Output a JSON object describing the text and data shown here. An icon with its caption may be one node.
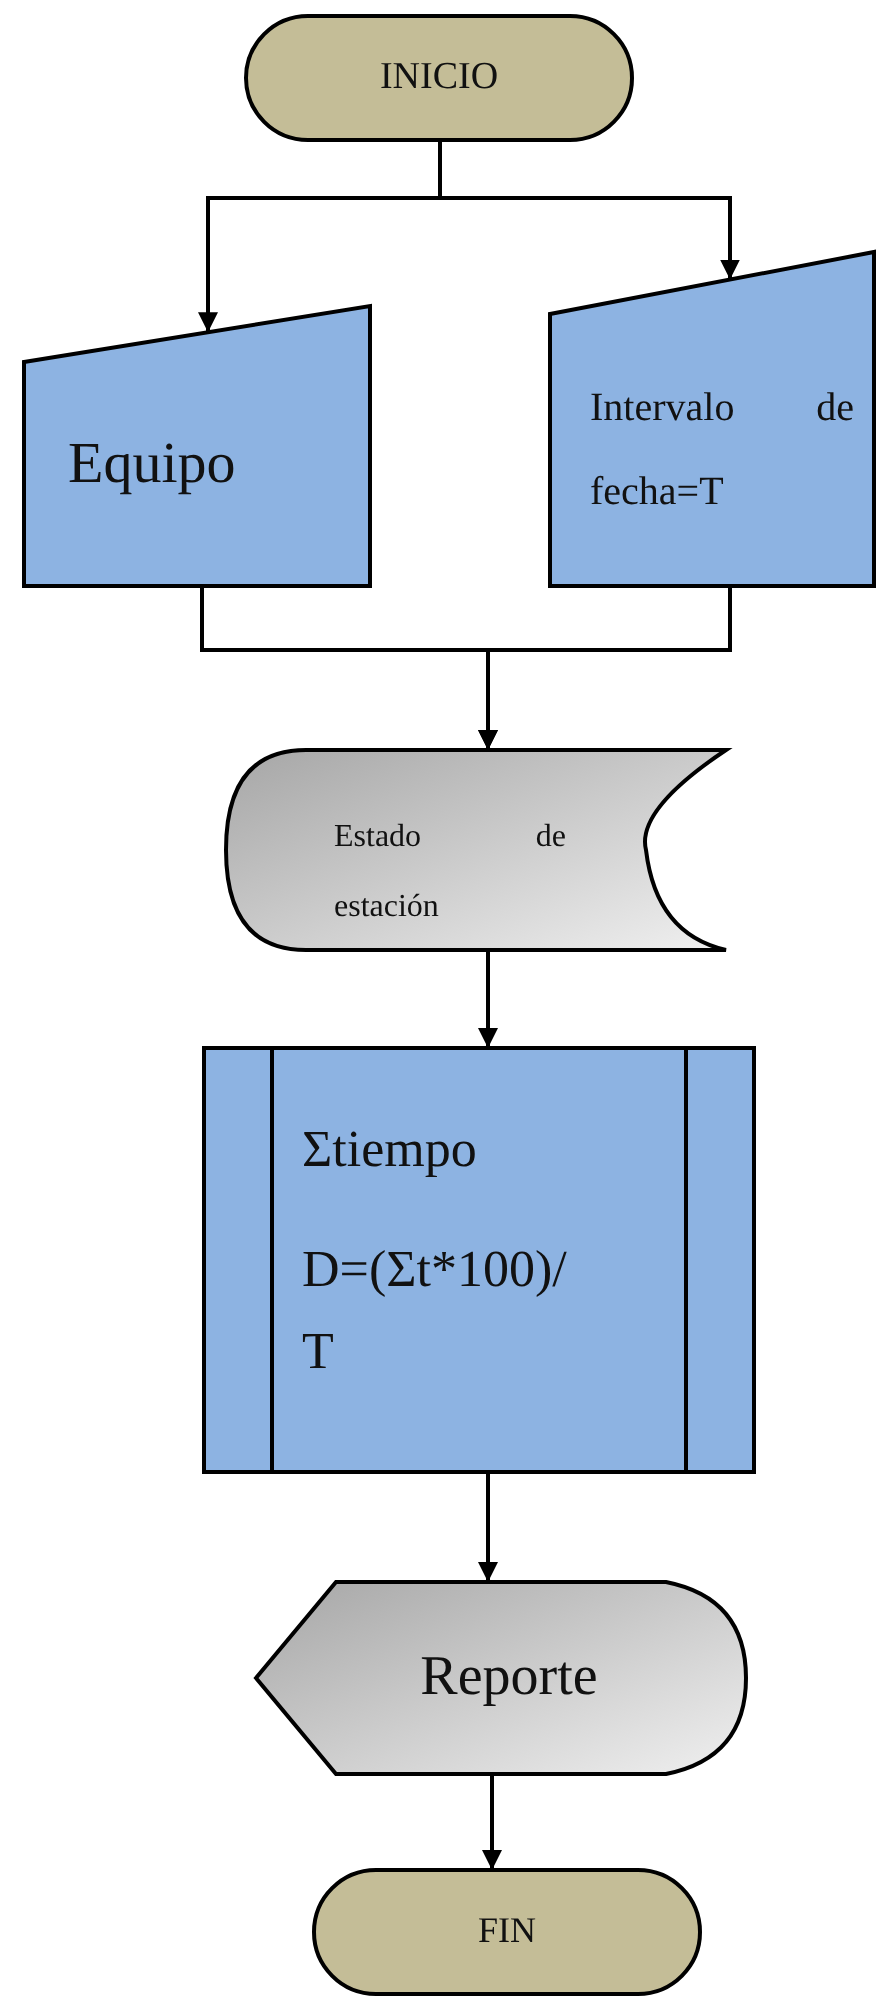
{
  "diagram": {
    "nodes": [
      {
        "text": [
          "INICIO"
        ]
      },
      {
        "text": [
          "Equipo"
        ]
      },
      {
        "text": [
          "Intervalo de fecha=T"
        ]
      },
      {
        "text": [
          "Estado de estación"
        ]
      },
      {
        "text": [
          "Σtiempo",
          "D=(Σt*100)/ T"
        ]
      },
      {
        "text": [
          "Reporte"
        ]
      },
      {
        "text": [
          "FIN"
        ]
      }
    ],
    "edges": [
      {
        "from": 0,
        "to": 1,
        "arrow": "to"
      },
      {
        "from": 0,
        "to": 2,
        "arrow": "to"
      },
      {
        "from": 1,
        "to": 3,
        "arrow": "to"
      },
      {
        "from": 2,
        "to": 3,
        "arrow": "to"
      },
      {
        "from": 3,
        "to": 4,
        "arrow": "to"
      },
      {
        "from": 4,
        "to": 5,
        "arrow": "to"
      },
      {
        "from": 5,
        "to": 6,
        "arrow": "to"
      }
    ]
  }
}
